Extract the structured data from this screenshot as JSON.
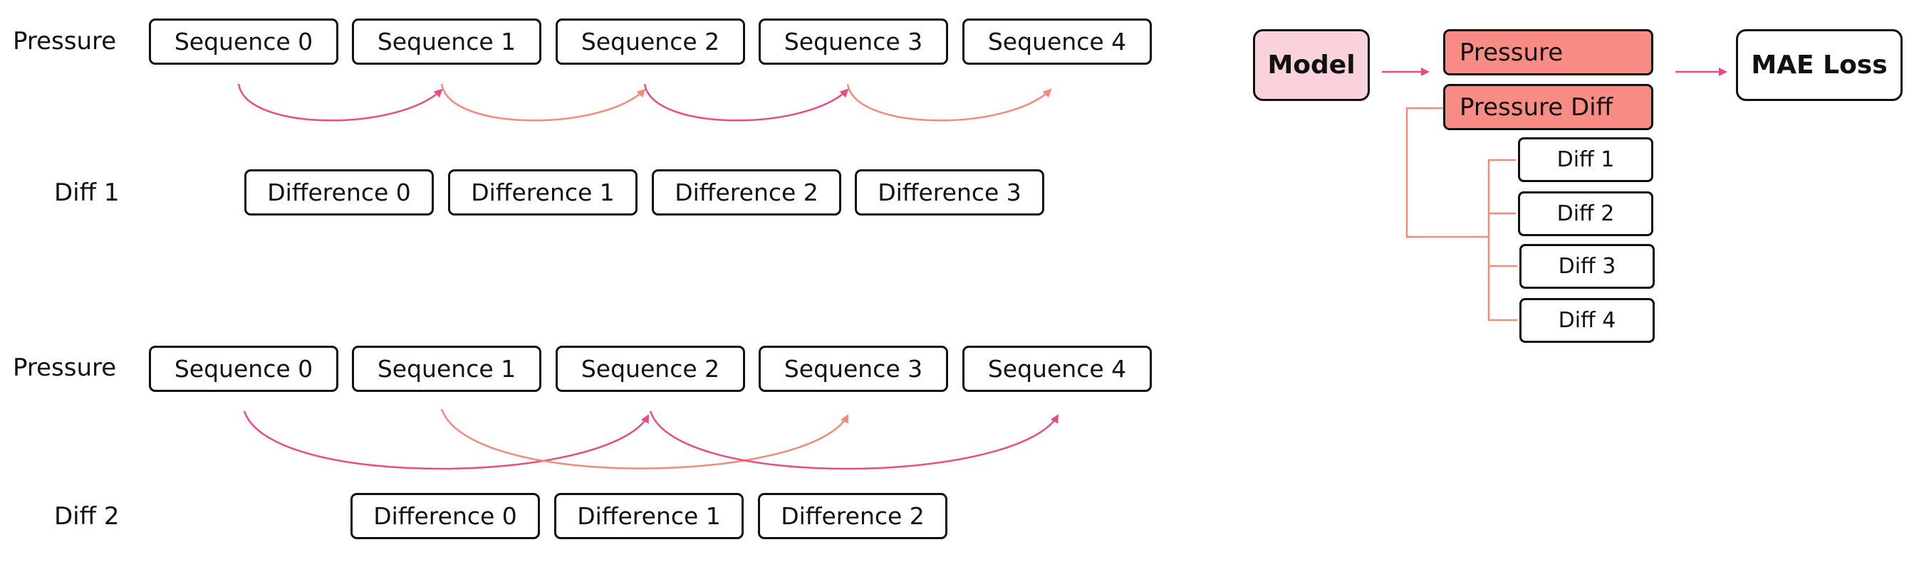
{
  "colors": {
    "arrow_strong": "#ec4a84",
    "arrow_light": "#f48b78",
    "model_fill": "#f9d2dc",
    "output_fill": "#f88c84",
    "tree_line": "#f48b78"
  },
  "left": {
    "panel1": {
      "pressure_label": "Pressure",
      "diff_label": "Diff 1",
      "sequences": [
        "Sequence 0",
        "Sequence 1",
        "Sequence 2",
        "Sequence 3",
        "Sequence 4"
      ],
      "differences": [
        "Difference 0",
        "Difference 1",
        "Difference 2",
        "Difference 3"
      ]
    },
    "panel2": {
      "pressure_label": "Pressure",
      "diff_label": "Diff 2",
      "sequences": [
        "Sequence 0",
        "Sequence 1",
        "Sequence 2",
        "Sequence 3",
        "Sequence 4"
      ],
      "differences": [
        "Difference 0",
        "Difference 1",
        "Difference 2"
      ]
    }
  },
  "right": {
    "model": "Model",
    "output_pressure": "Pressure",
    "output_diff": "Pressure Diff",
    "diffs": [
      "Diff 1",
      "Diff 2",
      "Diff 3",
      "Diff 4"
    ],
    "loss": "MAE Loss"
  }
}
